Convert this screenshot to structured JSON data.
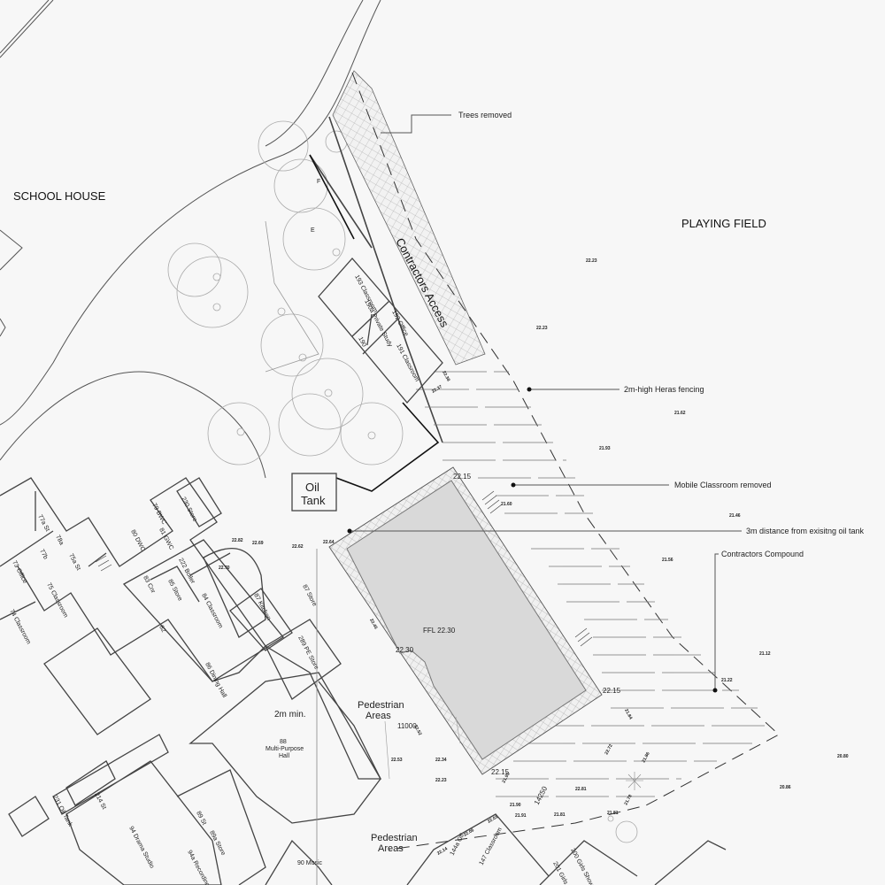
{
  "labels": {
    "school_house": "SCHOOL HOUSE",
    "playing_field": "PLAYING FIELD",
    "contractors_access": "Contractors Access",
    "oil_tank_1": "Oil",
    "oil_tank_2": "Tank",
    "ffl": "FFL 22.30",
    "pedestrian_1a": "Pedestrian",
    "pedestrian_1b": "Areas",
    "pedestrian_2a": "Pedestrian",
    "pedestrian_2b": "Areas",
    "dimension_11000": "11000",
    "dimension_14250": "14250",
    "two_m_min": "2m min.",
    "hall_num": "88",
    "hall_name_1": "Multi-Purpose",
    "hall_name_2": "Hall",
    "tree_f": "F",
    "tree_e": "E"
  },
  "callouts": [
    {
      "text": "Trees removed"
    },
    {
      "text": "2m-high Heras fencing"
    },
    {
      "text": "Mobile Classroom removed"
    },
    {
      "text": "3m distance from exisitng oil tank"
    },
    {
      "text": "Contractors Compound"
    }
  ],
  "rooms": [
    "193 Classroom",
    "190a Private Study",
    "192 Office",
    "190",
    "191 Classroom",
    "230 Store",
    "79 BWC",
    "80 DWC",
    "81 GWC",
    "77a St",
    "78a",
    "77b",
    "75a St",
    "73 Office",
    "75 Classroom",
    "74 Classroom",
    "222 Boiler",
    "83 Cnr",
    "85 Store",
    "84 Classroom",
    "82",
    "87 Kitchen",
    "86 Dining Hall",
    "87 Store",
    "289 PE Store",
    "231 Oil Tank",
    "214 St",
    "94 Drama Studio",
    "89 St",
    "89a Store",
    "94a Recording Studio",
    "90 Music",
    "144a Off",
    "147 Classroom",
    "200 Girls Showers",
    "201 Girls Chang"
  ],
  "levels": [
    "22.23",
    "22.23",
    "21.62",
    "21.93",
    "21.46",
    "21.56",
    "21.12",
    "21.22",
    "20.80",
    "20.86",
    "22.15",
    "22.15",
    "22.30",
    "22.15",
    "21.95",
    "21.90",
    "21.81",
    "21.91",
    "22.01",
    "22.06",
    "22.14",
    "22.23",
    "22.34",
    "22.53",
    "22.62",
    "22.64",
    "22.82",
    "22.37",
    "22.38",
    "22.45",
    "22.52",
    "21.81",
    "22.70",
    "22.69",
    "22.81",
    "21.60",
    "22.72",
    "21.78",
    "21.86",
    "21.84"
  ]
}
